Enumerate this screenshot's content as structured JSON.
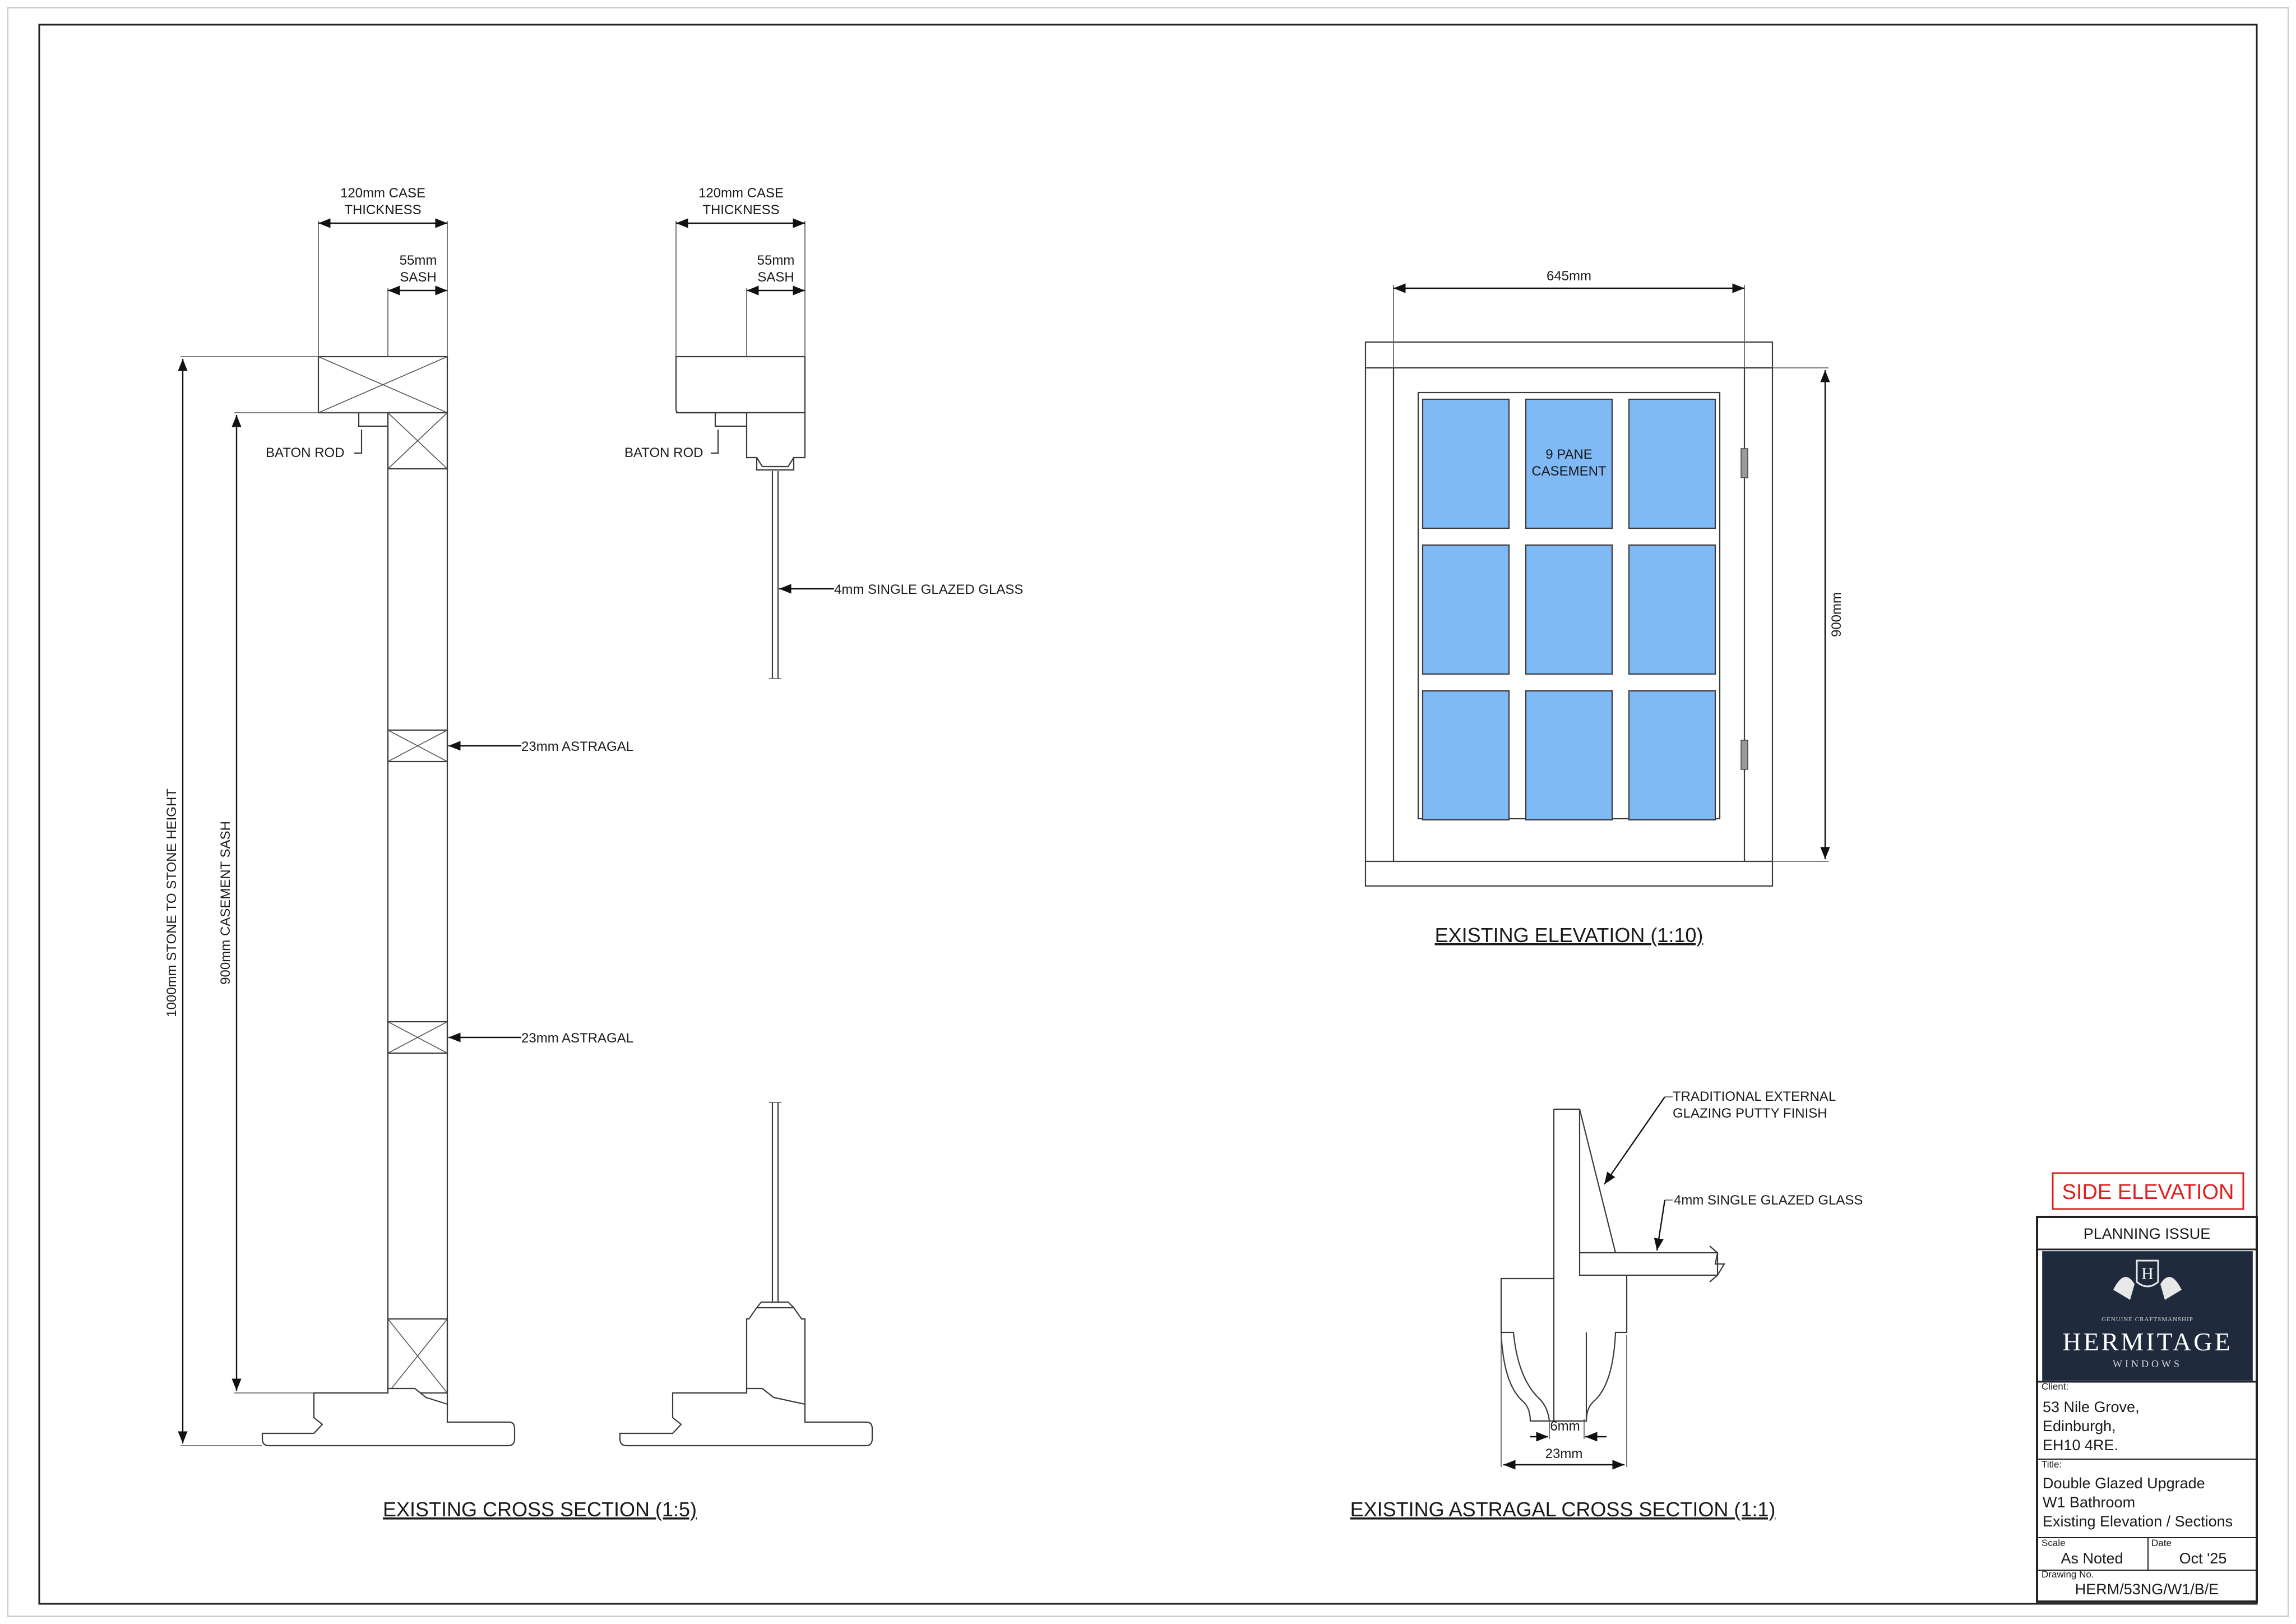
{
  "colors": {
    "glass": "#7fbaf7",
    "badge_red": "#e02020",
    "logo_bg": "#1f2a3d"
  },
  "section": {
    "case_thickness": "120mm CASE\nTHICKNESS",
    "sash": "55mm\nSASH",
    "baton_rod": "BATON ROD",
    "astragal_1": "23mm ASTRAGAL",
    "astragal_2": "23mm ASTRAGAL",
    "stone_height": "1000mm STONE TO STONE HEIGHT",
    "casement_sash": "900mm CASEMENT SASH",
    "title": "EXISTING CROSS SECTION (1:5)"
  },
  "section2": {
    "case_thickness": "120mm CASE\nTHICKNESS",
    "sash": "55mm\nSASH",
    "baton_rod": "BATON ROD",
    "glass": "4mm SINGLE GLAZED GLASS"
  },
  "elevation": {
    "width": "645mm",
    "height": "900mm",
    "pane_label": "9 PANE\nCASEMENT",
    "title": "EXISTING ELEVATION (1:10)"
  },
  "astragal": {
    "putty": "TRADITIONAL EXTERNAL\nGLAZING PUTTY FINISH",
    "glass": "4mm SINGLE GLAZED GLASS",
    "dim_small": "6mm",
    "dim_large": "23mm",
    "title": "EXISTING ASTRAGAL CROSS SECTION (1:1)"
  },
  "title_block": {
    "badge": "SIDE ELEVATION",
    "status": "PLANNING ISSUE",
    "logo": {
      "tagline": "GENUINE CRAFTSMANSHIP",
      "name": "HERMITAGE",
      "sub": "WINDOWS"
    },
    "client_label": "Client:",
    "client": [
      "53 Nile Grove,",
      "Edinburgh,",
      "EH10 4RE."
    ],
    "title_label": "Title:",
    "title_lines": [
      "Double Glazed Upgrade",
      "W1 Bathroom",
      "Existing Elevation / Sections"
    ],
    "scale_label": "Scale",
    "scale": "As Noted",
    "date_label": "Date",
    "date": "Oct '25",
    "drawing_label": "Drawing No.",
    "drawing_no": "HERM/53NG/W1/B/E"
  }
}
